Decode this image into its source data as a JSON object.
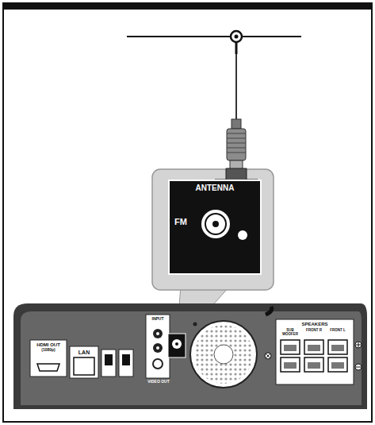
{
  "diagram": {
    "nodes": [
      {
        "text": [
          "ANTENNA",
          "FM"
        ]
      }
    ],
    "labels": [
      "HDMI OUT",
      "(1080p)",
      "LAN",
      "INPUT",
      "VIDEO OUT",
      "SPEAKERS",
      "SUB WOOFER",
      "FRONT R",
      "FRONT L"
    ]
  }
}
